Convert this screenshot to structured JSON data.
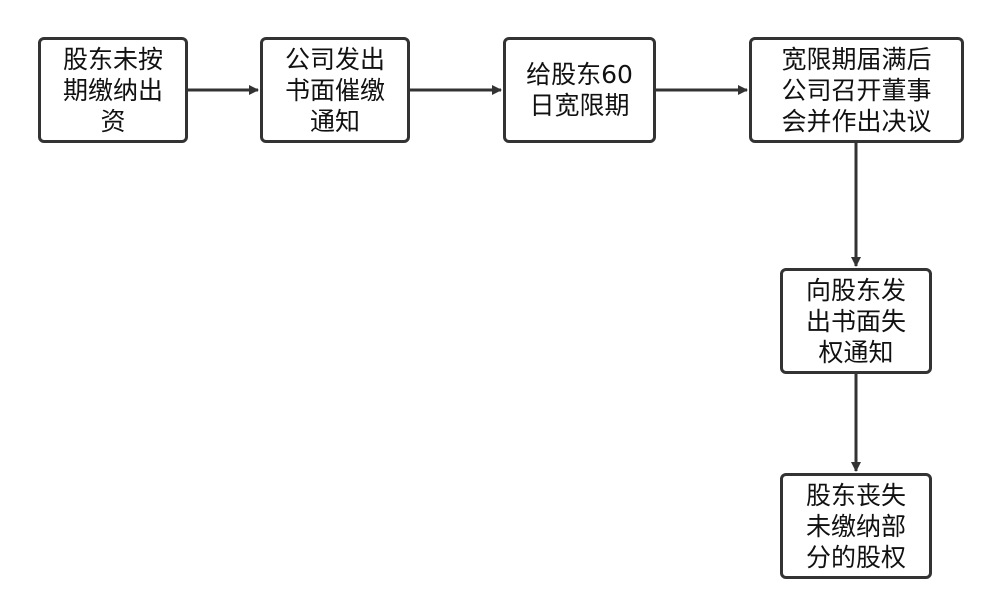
{
  "colors": {
    "border": "#333333",
    "arrow": "#333333",
    "text": "#111111",
    "background": "#ffffff"
  },
  "nodes": [
    {
      "id": "n1",
      "label": "股东未按期缴纳出资"
    },
    {
      "id": "n2",
      "label": "公司发出书面催缴通知"
    },
    {
      "id": "n3",
      "label": "给股东60日宽限期"
    },
    {
      "id": "n4",
      "label": "宽限期届满后公司召开董事会并作出决议"
    },
    {
      "id": "n5",
      "label": "向股东发出书面失权通知"
    },
    {
      "id": "n6",
      "label": "股东丧失未缴纳部分的股权"
    }
  ],
  "edges": [
    {
      "from": "n1",
      "to": "n2"
    },
    {
      "from": "n2",
      "to": "n3"
    },
    {
      "from": "n3",
      "to": "n4"
    },
    {
      "from": "n4",
      "to": "n5"
    },
    {
      "from": "n5",
      "to": "n6"
    }
  ]
}
